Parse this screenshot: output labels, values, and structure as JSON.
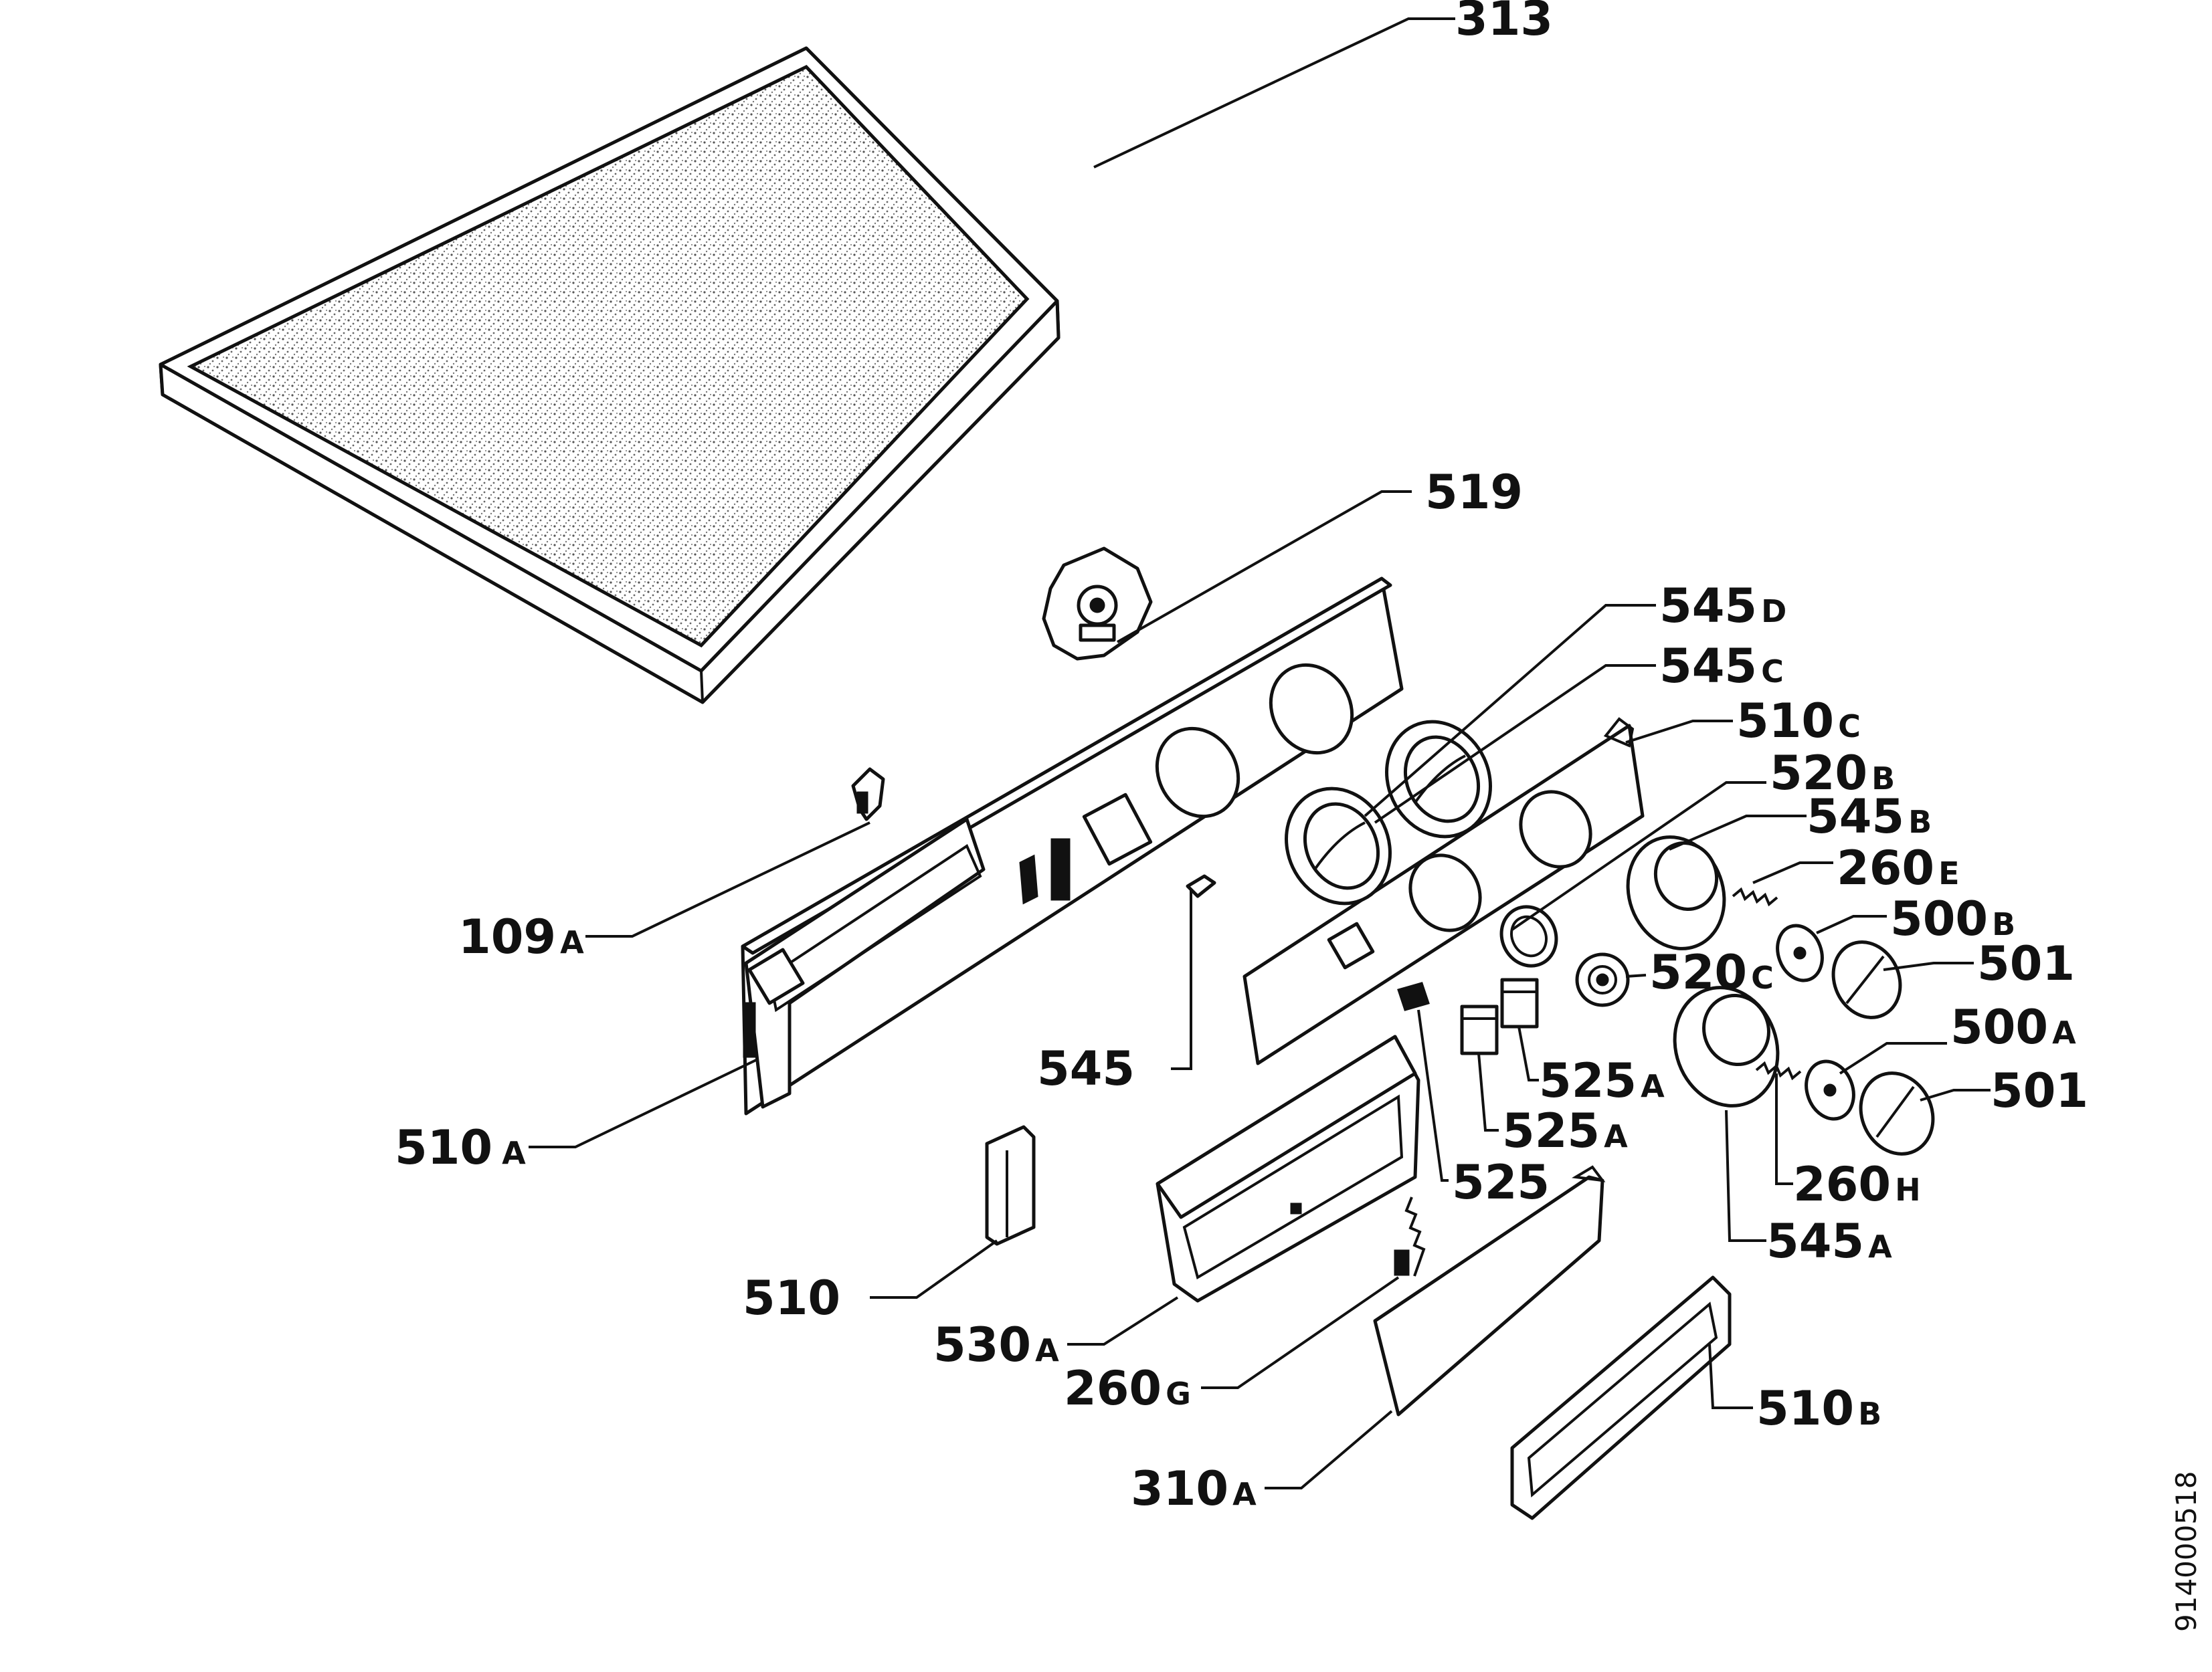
{
  "diagram": {
    "document_code": "914000518",
    "labels": {
      "p313": {
        "num": "313",
        "suffix": ""
      },
      "p519": {
        "num": "519",
        "suffix": ""
      },
      "p545d": {
        "num": "545",
        "suffix": "D"
      },
      "p545c": {
        "num": "545",
        "suffix": "C"
      },
      "p510c": {
        "num": "510",
        "suffix": "C"
      },
      "p520b": {
        "num": "520",
        "suffix": "B"
      },
      "p545b": {
        "num": "545",
        "suffix": "B"
      },
      "p260e": {
        "num": "260",
        "suffix": "E"
      },
      "p500b": {
        "num": "500",
        "suffix": "B"
      },
      "p501a": {
        "num": "501",
        "suffix": ""
      },
      "p520c": {
        "num": "520",
        "suffix": "C"
      },
      "p500a": {
        "num": "500",
        "suffix": "A"
      },
      "p501b": {
        "num": "501",
        "suffix": ""
      },
      "p109a": {
        "num": "109",
        "suffix": "A"
      },
      "p545": {
        "num": "545",
        "suffix": ""
      },
      "p525a1": {
        "num": "525",
        "suffix": "A"
      },
      "p525a2": {
        "num": "525",
        "suffix": "A"
      },
      "p510a": {
        "num": "510",
        "suffix": "A"
      },
      "p525": {
        "num": "525",
        "suffix": ""
      },
      "p260h": {
        "num": "260",
        "suffix": "H"
      },
      "p545a": {
        "num": "545",
        "suffix": "A"
      },
      "p510": {
        "num": "510",
        "suffix": ""
      },
      "p530a": {
        "num": "530",
        "suffix": "A"
      },
      "p260g": {
        "num": "260",
        "suffix": "G"
      },
      "p510b": {
        "num": "510",
        "suffix": "B"
      },
      "p310a": {
        "num": "310",
        "suffix": "A"
      }
    }
  }
}
